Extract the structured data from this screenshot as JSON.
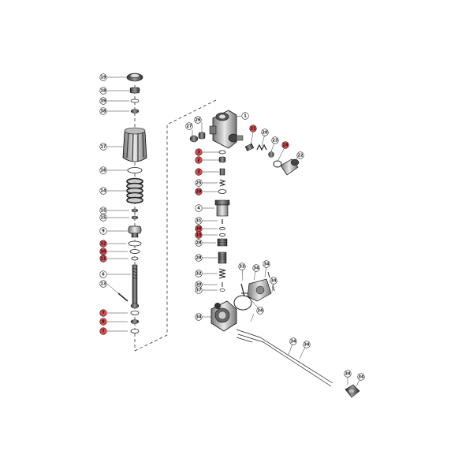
{
  "colors": {
    "badge_red": "#e5484d",
    "badge_fill": "#ffffff",
    "badge_stroke": "#222222",
    "line": "#333333",
    "part": "#4a4a4a"
  },
  "callouts": [
    {
      "label": "19",
      "highlight": false
    },
    {
      "label": "18",
      "highlight": false
    },
    {
      "label": "39",
      "highlight": false
    },
    {
      "label": "38",
      "highlight": false
    },
    {
      "label": "17",
      "highlight": false
    },
    {
      "label": "16",
      "highlight": false
    },
    {
      "label": "14",
      "highlight": false
    },
    {
      "label": "15",
      "highlight": false
    },
    {
      "label": "15",
      "highlight": false
    },
    {
      "label": "9",
      "highlight": false
    },
    {
      "label": "12",
      "highlight": true
    },
    {
      "label": "10",
      "highlight": true
    },
    {
      "label": "11",
      "highlight": true
    },
    {
      "label": "6",
      "highlight": false
    },
    {
      "label": "13",
      "highlight": false
    },
    {
      "label": "7",
      "highlight": true
    },
    {
      "label": "8",
      "highlight": true
    },
    {
      "label": "7",
      "highlight": true
    },
    {
      "label": "1",
      "highlight": false
    },
    {
      "label": "27",
      "highlight": false
    },
    {
      "label": "26",
      "highlight": false
    },
    {
      "label": "21",
      "highlight": true
    },
    {
      "label": "20",
      "highlight": false
    },
    {
      "label": "23",
      "highlight": false
    },
    {
      "label": "24",
      "highlight": true
    },
    {
      "label": "22",
      "highlight": false
    },
    {
      "label": "3",
      "highlight": true
    },
    {
      "label": "2",
      "highlight": true
    },
    {
      "label": "3",
      "highlight": true
    },
    {
      "label": "25",
      "highlight": false
    },
    {
      "label": "29",
      "highlight": true
    },
    {
      "label": "4",
      "highlight": false
    },
    {
      "label": "31",
      "highlight": false
    },
    {
      "label": "30",
      "highlight": true
    },
    {
      "label": "10",
      "highlight": true
    },
    {
      "label": "28",
      "highlight": false
    },
    {
      "label": "28",
      "highlight": false
    },
    {
      "label": "32",
      "highlight": false
    },
    {
      "label": "30",
      "highlight": false
    },
    {
      "label": "37",
      "highlight": false
    },
    {
      "label": "33",
      "highlight": false
    },
    {
      "label": "34",
      "highlight": false
    },
    {
      "label": "34",
      "highlight": false
    },
    {
      "label": "34",
      "highlight": false
    },
    {
      "label": "34",
      "highlight": false
    },
    {
      "label": "34",
      "highlight": false
    },
    {
      "label": "34",
      "highlight": false
    },
    {
      "label": "34",
      "highlight": false
    },
    {
      "label": "34",
      "highlight": false
    },
    {
      "label": "34",
      "highlight": false
    }
  ]
}
